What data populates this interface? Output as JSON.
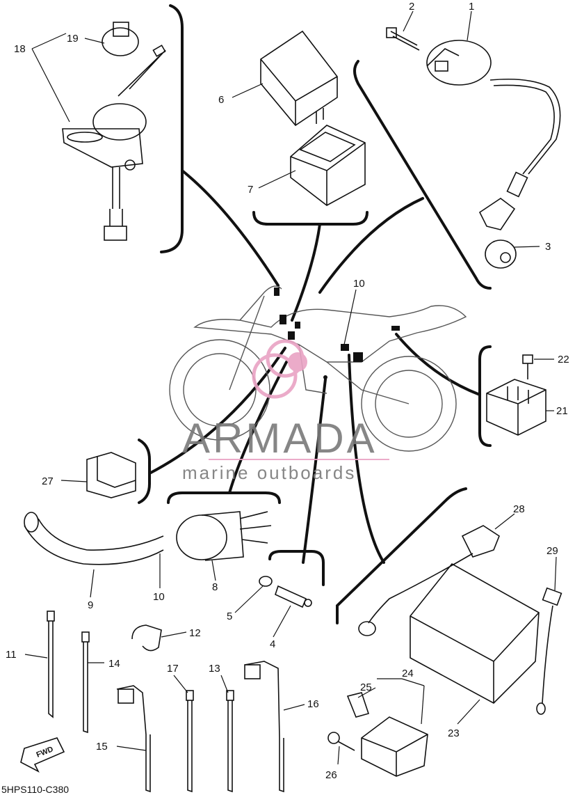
{
  "diagram": {
    "part_code": "5HPS110-C380",
    "fwd_label": "FWD",
    "watermark": {
      "brand": "ARMADA",
      "tagline": "marine outboards",
      "color": "#e9a3c4"
    },
    "callouts": {
      "c1": "1",
      "c2": "2",
      "c3": "3",
      "c4": "4",
      "c5": "5",
      "c6": "6",
      "c7": "7",
      "c8": "8",
      "c9": "9",
      "c10a": "10",
      "c10b": "10",
      "c11": "11",
      "c12": "12",
      "c13": "13",
      "c14": "14",
      "c15": "15",
      "c16": "16",
      "c17": "17",
      "c18": "18",
      "c19": "19",
      "c21": "21",
      "c22": "22",
      "c23": "23",
      "c24": "24",
      "c25": "25",
      "c26": "26",
      "c27": "27",
      "c28": "28",
      "c29": "29"
    }
  }
}
